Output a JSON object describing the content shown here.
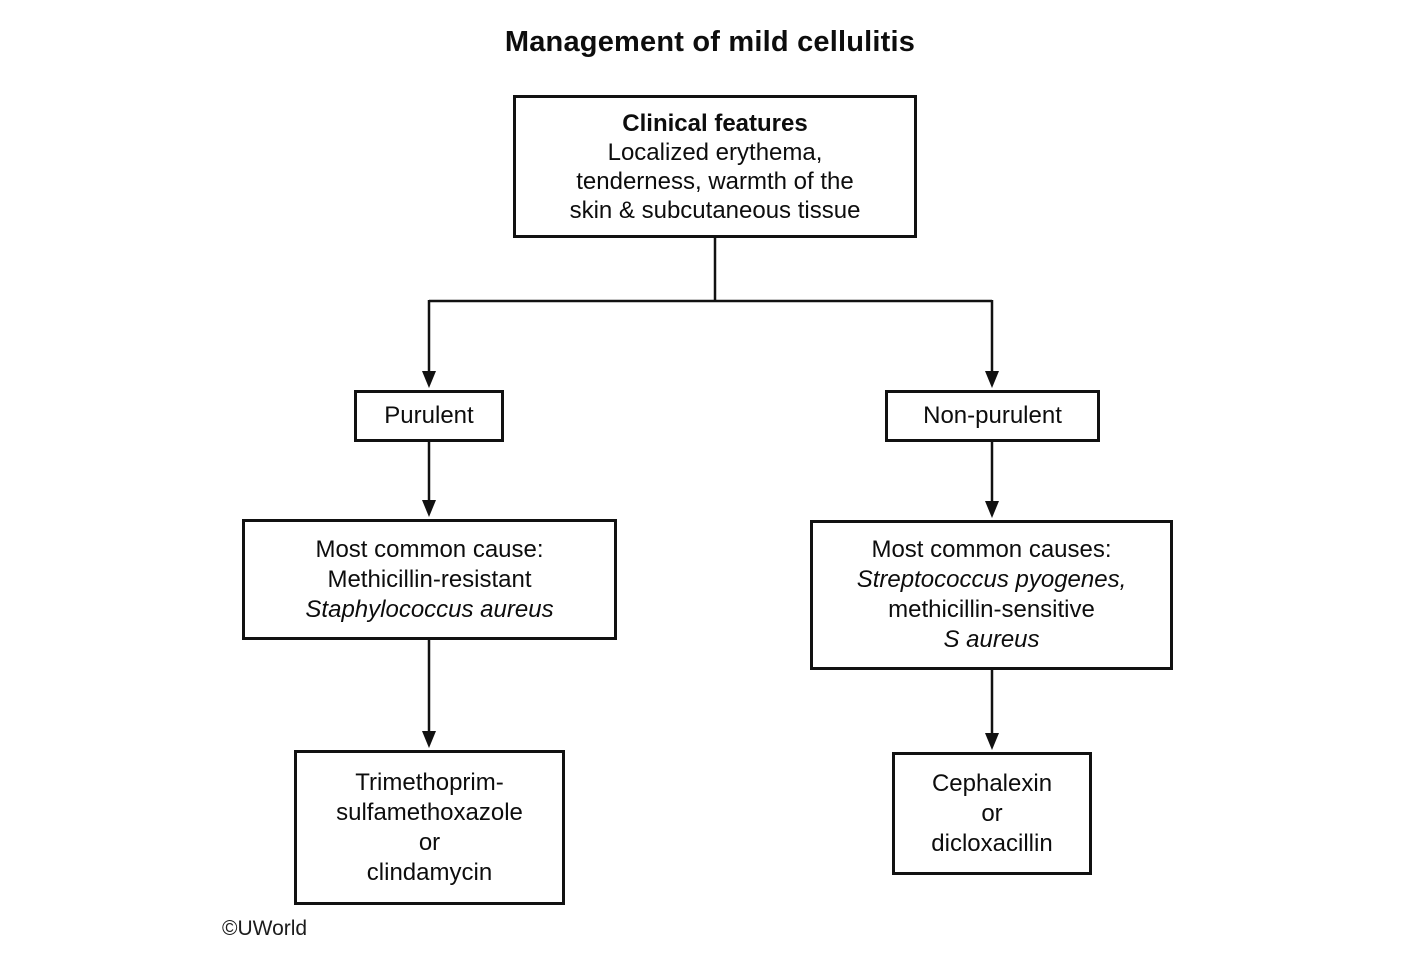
{
  "title": "Management of mild cellulitis",
  "copyright": "©UWorld",
  "boxes": {
    "clinical": {
      "lines": [
        "Clinical features",
        "Localized erythema,",
        "tenderness, warmth of the",
        "skin & subcutaneous tissue"
      ]
    },
    "purulent": {
      "label": "Purulent"
    },
    "nonpurulent": {
      "label": "Non-purulent"
    },
    "purulent_cause": {
      "lines": [
        "Most common cause:",
        "Methicillin-resistant",
        "Staphylococcus aureus"
      ]
    },
    "nonpurulent_cause": {
      "lines": [
        "Most common causes:",
        "Streptococcus pyogenes,",
        "methicillin-sensitive",
        "S aureus"
      ]
    },
    "purulent_treatment": {
      "lines": [
        "Trimethoprim-",
        "sulfamethoxazole",
        "or",
        "clindamycin"
      ]
    },
    "nonpurulent_treatment": {
      "lines": [
        "Cephalexin",
        "or",
        "dicloxacillin"
      ]
    }
  }
}
